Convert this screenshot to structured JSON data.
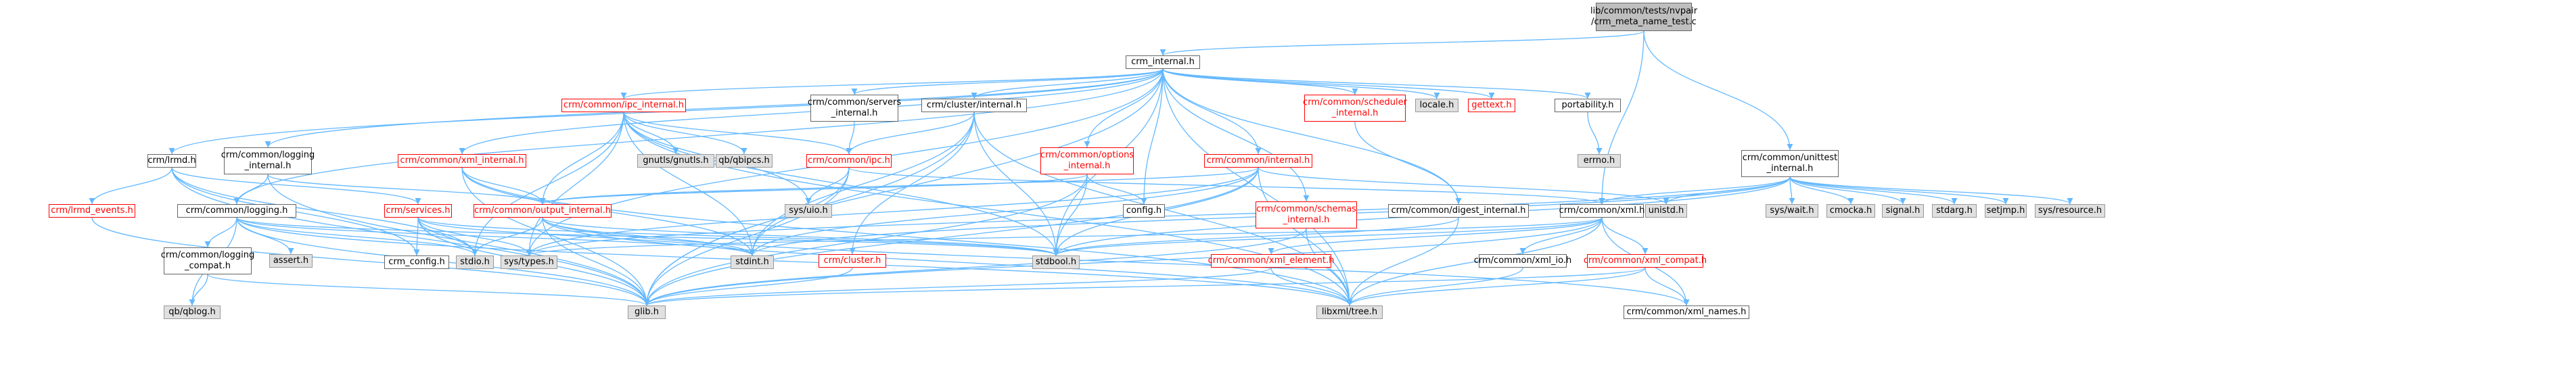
{
  "colors": {
    "edge": "#63b8ff",
    "node_border": "#666666",
    "root_fill": "#bfbfbf",
    "system_fill": "#e0e0e0",
    "system_border": "#999999",
    "incomplete_text": "#ff0000"
  },
  "nodes": {
    "root": {
      "label": "lib/common/tests/nvpair\n/crm_meta_name_test.c",
      "kind": "root"
    },
    "crm_internal": {
      "label": "crm_internal.h",
      "kind": "doc"
    },
    "lrmd": {
      "label": "crm/lrmd.h",
      "kind": "doc"
    },
    "logging_internal": {
      "label": "crm/common/logging\n_internal.h",
      "kind": "doc"
    },
    "ipc_internal": {
      "label": "crm/common/ipc_internal.h",
      "kind": "red"
    },
    "servers_internal": {
      "label": "crm/common/servers\n_internal.h",
      "kind": "doc"
    },
    "cluster_internal": {
      "label": "crm/cluster/internal.h",
      "kind": "doc"
    },
    "scheduler_internal": {
      "label": "crm/common/scheduler\n_internal.h",
      "kind": "red"
    },
    "locale": {
      "label": "locale.h",
      "kind": "sys"
    },
    "gettext": {
      "label": "gettext.h",
      "kind": "red"
    },
    "portability": {
      "label": "portability.h",
      "kind": "doc"
    },
    "unittest_internal": {
      "label": "crm/common/unittest\n_internal.h",
      "kind": "doc"
    },
    "gnutls": {
      "label": "gnutls/gnutls.h",
      "kind": "sys"
    },
    "qbipcs": {
      "label": "qb/qbipcs.h",
      "kind": "sys"
    },
    "xml_internal": {
      "label": "crm/common/xml_internal.h",
      "kind": "red"
    },
    "ipc": {
      "label": "crm/common/ipc.h",
      "kind": "red"
    },
    "options_internal": {
      "label": "crm/common/options\n_internal.h",
      "kind": "red"
    },
    "common_internal": {
      "label": "crm/common/internal.h",
      "kind": "red"
    },
    "errno": {
      "label": "errno.h",
      "kind": "sys"
    },
    "lrmd_events": {
      "label": "crm/lrmd_events.h",
      "kind": "red"
    },
    "services": {
      "label": "crm/services.h",
      "kind": "red"
    },
    "logging": {
      "label": "crm/common/logging.h",
      "kind": "doc"
    },
    "sysuio": {
      "label": "sys/uio.h",
      "kind": "sys"
    },
    "output_internal": {
      "label": "crm/common/output_internal.h",
      "kind": "red"
    },
    "config": {
      "label": "config.h",
      "kind": "doc"
    },
    "schemas_internal": {
      "label": "crm/common/schemas\n_internal.h",
      "kind": "red"
    },
    "digest_internal": {
      "label": "crm/common/digest_internal.h",
      "kind": "doc"
    },
    "xml": {
      "label": "crm/common/xml.h",
      "kind": "doc"
    },
    "unistd": {
      "label": "unistd.h",
      "kind": "sys"
    },
    "syswait": {
      "label": "sys/wait.h",
      "kind": "sys"
    },
    "cmocka": {
      "label": "cmocka.h",
      "kind": "sys"
    },
    "signal": {
      "label": "signal.h",
      "kind": "sys"
    },
    "stdarg": {
      "label": "stdarg.h",
      "kind": "sys"
    },
    "setjmp": {
      "label": "setjmp.h",
      "kind": "sys"
    },
    "sysresource": {
      "label": "sys/resource.h",
      "kind": "sys"
    },
    "logging_compat": {
      "label": "crm/common/logging\n_compat.h",
      "kind": "doc"
    },
    "assert": {
      "label": "assert.h",
      "kind": "sys"
    },
    "crm_config": {
      "label": "crm_config.h",
      "kind": "doc"
    },
    "stdio": {
      "label": "stdio.h",
      "kind": "sys"
    },
    "systypes": {
      "label": "sys/types.h",
      "kind": "sys"
    },
    "stdint": {
      "label": "stdint.h",
      "kind": "sys"
    },
    "stdbool": {
      "label": "stdbool.h",
      "kind": "sys"
    },
    "cluster": {
      "label": "crm/cluster.h",
      "kind": "red"
    },
    "xml_element": {
      "label": "crm/common/xml_element.h",
      "kind": "red"
    },
    "xml_io": {
      "label": "crm/common/xml_io.h",
      "kind": "doc"
    },
    "xml_compat": {
      "label": "crm/common/xml_compat.h",
      "kind": "red"
    },
    "qblog": {
      "label": "qb/qblog.h",
      "kind": "sys"
    },
    "glib": {
      "label": "glib.h",
      "kind": "sys"
    },
    "libxml_tree": {
      "label": "libxml/tree.h",
      "kind": "sys"
    },
    "xml_names": {
      "label": "crm/common/xml_names.h",
      "kind": "doc"
    }
  },
  "edges": [
    [
      "root",
      "crm_internal"
    ],
    [
      "root",
      "xml"
    ],
    [
      "root",
      "unittest_internal"
    ],
    [
      "crm_internal",
      "lrmd"
    ],
    [
      "crm_internal",
      "logging_internal"
    ],
    [
      "crm_internal",
      "ipc_internal"
    ],
    [
      "crm_internal",
      "servers_internal"
    ],
    [
      "crm_internal",
      "cluster_internal"
    ],
    [
      "crm_internal",
      "scheduler_internal"
    ],
    [
      "crm_internal",
      "locale"
    ],
    [
      "crm_internal",
      "gettext"
    ],
    [
      "crm_internal",
      "portability"
    ],
    [
      "crm_internal",
      "xml_internal"
    ],
    [
      "crm_internal",
      "options_internal"
    ],
    [
      "crm_internal",
      "common_internal"
    ],
    [
      "crm_internal",
      "schemas_internal"
    ],
    [
      "crm_internal",
      "digest_internal"
    ],
    [
      "crm_internal",
      "config"
    ],
    [
      "crm_internal",
      "logging"
    ],
    [
      "crm_internal",
      "glib"
    ],
    [
      "crm_internal",
      "stdbool"
    ],
    [
      "crm_internal",
      "libxml_tree"
    ],
    [
      "crm_internal",
      "systypes"
    ],
    [
      "lrmd",
      "lrmd_events"
    ],
    [
      "lrmd",
      "services"
    ],
    [
      "lrmd",
      "glib"
    ],
    [
      "lrmd",
      "stdio"
    ],
    [
      "lrmd",
      "crm_config"
    ],
    [
      "lrmd_events",
      "glib"
    ],
    [
      "logging_internal",
      "logging"
    ],
    [
      "logging_internal",
      "output_internal"
    ],
    [
      "logging_internal",
      "glib"
    ],
    [
      "ipc_internal",
      "gnutls"
    ],
    [
      "ipc_internal",
      "qbipcs"
    ],
    [
      "ipc_internal",
      "ipc"
    ],
    [
      "ipc_internal",
      "sysuio"
    ],
    [
      "ipc_internal",
      "output_internal"
    ],
    [
      "ipc_internal",
      "stdint"
    ],
    [
      "ipc_internal",
      "stdbool"
    ],
    [
      "ipc_internal",
      "systypes"
    ],
    [
      "ipc_internal",
      "libxml_tree"
    ],
    [
      "ipc_internal",
      "stdio"
    ],
    [
      "servers_internal",
      "ipc"
    ],
    [
      "cluster_internal",
      "ipc"
    ],
    [
      "cluster_internal",
      "cluster"
    ],
    [
      "cluster_internal",
      "stdint"
    ],
    [
      "cluster_internal",
      "stdbool"
    ],
    [
      "cluster_internal",
      "glib"
    ],
    [
      "cluster_internal",
      "libxml_tree"
    ],
    [
      "scheduler_internal",
      "digest_internal"
    ],
    [
      "portability",
      "errno"
    ],
    [
      "unittest_internal",
      "xml"
    ],
    [
      "unittest_internal",
      "unistd"
    ],
    [
      "unittest_internal",
      "syswait"
    ],
    [
      "unittest_internal",
      "cmocka"
    ],
    [
      "unittest_internal",
      "signal"
    ],
    [
      "unittest_internal",
      "stdarg"
    ],
    [
      "unittest_internal",
      "setjmp"
    ],
    [
      "unittest_internal",
      "sysresource"
    ],
    [
      "unittest_internal",
      "stdbool"
    ],
    [
      "unittest_internal",
      "stdint"
    ],
    [
      "unittest_internal",
      "systypes"
    ],
    [
      "xml_internal",
      "output_internal"
    ],
    [
      "xml_internal",
      "stdint"
    ],
    [
      "xml_internal",
      "glib"
    ],
    [
      "xml_internal",
      "libxml_tree"
    ],
    [
      "ipc",
      "sysuio"
    ],
    [
      "ipc",
      "stdint"
    ],
    [
      "ipc",
      "xml"
    ],
    [
      "ipc",
      "glib"
    ],
    [
      "options_internal",
      "config"
    ],
    [
      "options_internal",
      "stdbool"
    ],
    [
      "options_internal",
      "glib"
    ],
    [
      "options_internal",
      "output_internal"
    ],
    [
      "common_internal",
      "unistd"
    ],
    [
      "common_internal",
      "output_internal"
    ],
    [
      "common_internal",
      "stdbool"
    ],
    [
      "common_internal",
      "stdint"
    ],
    [
      "common_internal",
      "glib"
    ],
    [
      "common_internal",
      "libxml_tree"
    ],
    [
      "common_internal",
      "systypes"
    ],
    [
      "services",
      "crm_config"
    ],
    [
      "services",
      "stdio"
    ],
    [
      "services",
      "stdint"
    ],
    [
      "services",
      "stdbool"
    ],
    [
      "services",
      "glib"
    ],
    [
      "services",
      "systypes"
    ],
    [
      "logging",
      "logging_compat"
    ],
    [
      "logging",
      "assert"
    ],
    [
      "logging",
      "stdio"
    ],
    [
      "logging",
      "glib"
    ],
    [
      "logging",
      "qblog"
    ],
    [
      "logging",
      "stdbool"
    ],
    [
      "logging",
      "stdint"
    ],
    [
      "logging",
      "libxml_tree"
    ],
    [
      "output_internal",
      "stdio"
    ],
    [
      "output_internal",
      "stdint"
    ],
    [
      "output_internal",
      "stdbool"
    ],
    [
      "output_internal",
      "glib"
    ],
    [
      "output_internal",
      "libxml_tree"
    ],
    [
      "output_internal",
      "xml_names"
    ],
    [
      "logging_compat",
      "qblog"
    ],
    [
      "logging_compat",
      "glib"
    ],
    [
      "schemas_internal",
      "glib"
    ],
    [
      "schemas_internal",
      "libxml_tree"
    ],
    [
      "digest_internal",
      "stdbool"
    ],
    [
      "digest_internal",
      "libxml_tree"
    ],
    [
      "xml",
      "stdbool"
    ],
    [
      "xml",
      "systypes"
    ],
    [
      "xml",
      "xml_element"
    ],
    [
      "xml",
      "xml_io"
    ],
    [
      "xml",
      "xml_compat"
    ],
    [
      "xml",
      "libxml_tree"
    ],
    [
      "xml",
      "xml_names"
    ],
    [
      "xml",
      "glib"
    ],
    [
      "xml_element",
      "glib"
    ],
    [
      "xml_element",
      "libxml_tree"
    ],
    [
      "xml_io",
      "libxml_tree"
    ],
    [
      "xml_compat",
      "glib"
    ],
    [
      "xml_compat",
      "libxml_tree"
    ],
    [
      "xml_compat",
      "xml_names"
    ],
    [
      "cluster",
      "glib"
    ]
  ]
}
